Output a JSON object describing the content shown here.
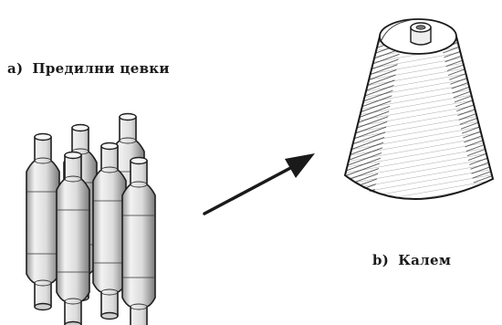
{
  "labels": {
    "a": {
      "marker": "a)",
      "text": "Предилни цевки"
    },
    "b": {
      "marker": "b)",
      "text": "Калем"
    }
  }
}
